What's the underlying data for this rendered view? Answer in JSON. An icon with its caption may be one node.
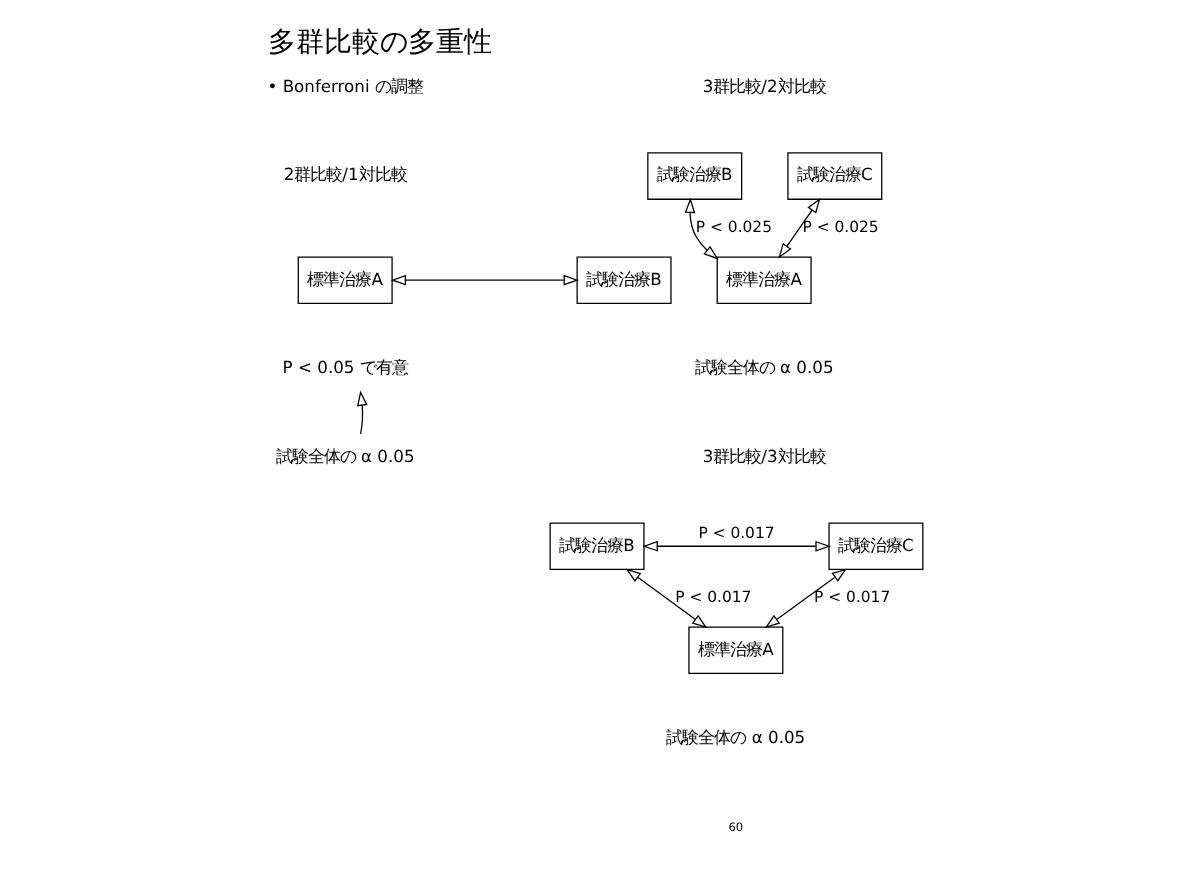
{
  "diagram": {
    "title": "多群比較の多重性",
    "nodes": [
      {
        "text": [
          "標準治療A"
        ]
      },
      {
        "text": [
          "試験治療B"
        ]
      },
      {
        "text": [
          "P < 0.05 で有意"
        ]
      },
      {
        "text": [
          "試験全体の α 0.05"
        ]
      },
      {
        "text": [
          "試験治療B"
        ]
      },
      {
        "text": [
          "試験治療C"
        ]
      },
      {
        "text": [
          "標準治療A"
        ]
      },
      {
        "text": [
          "試験治療B"
        ]
      },
      {
        "text": [
          "試験治療C"
        ]
      },
      {
        "text": [
          "標準治療A"
        ]
      }
    ],
    "edges": [
      {
        "from": 0,
        "to": 1,
        "arrow": "both"
      },
      {
        "from": 3,
        "to": 2,
        "arrow": "to"
      },
      {
        "from": 4,
        "to": 6,
        "arrow": "both",
        "label": "P < 0.025"
      },
      {
        "from": 5,
        "to": 6,
        "arrow": "both",
        "label": "P < 0.025"
      },
      {
        "from": 7,
        "to": 8,
        "arrow": "both",
        "label": "P < 0.017"
      },
      {
        "from": 7,
        "to": 9,
        "arrow": "both",
        "label": "P < 0.017"
      },
      {
        "from": 8,
        "to": 9,
        "arrow": "both",
        "label": "P < 0.017"
      }
    ],
    "labels": [
      "• Bonferroni の調整",
      "2群比較/1対比較",
      "3群比較/2対比較",
      "試験全体の α 0.05",
      "3群比較/3対比較",
      "試験全体の α 0.05",
      "60"
    ]
  }
}
